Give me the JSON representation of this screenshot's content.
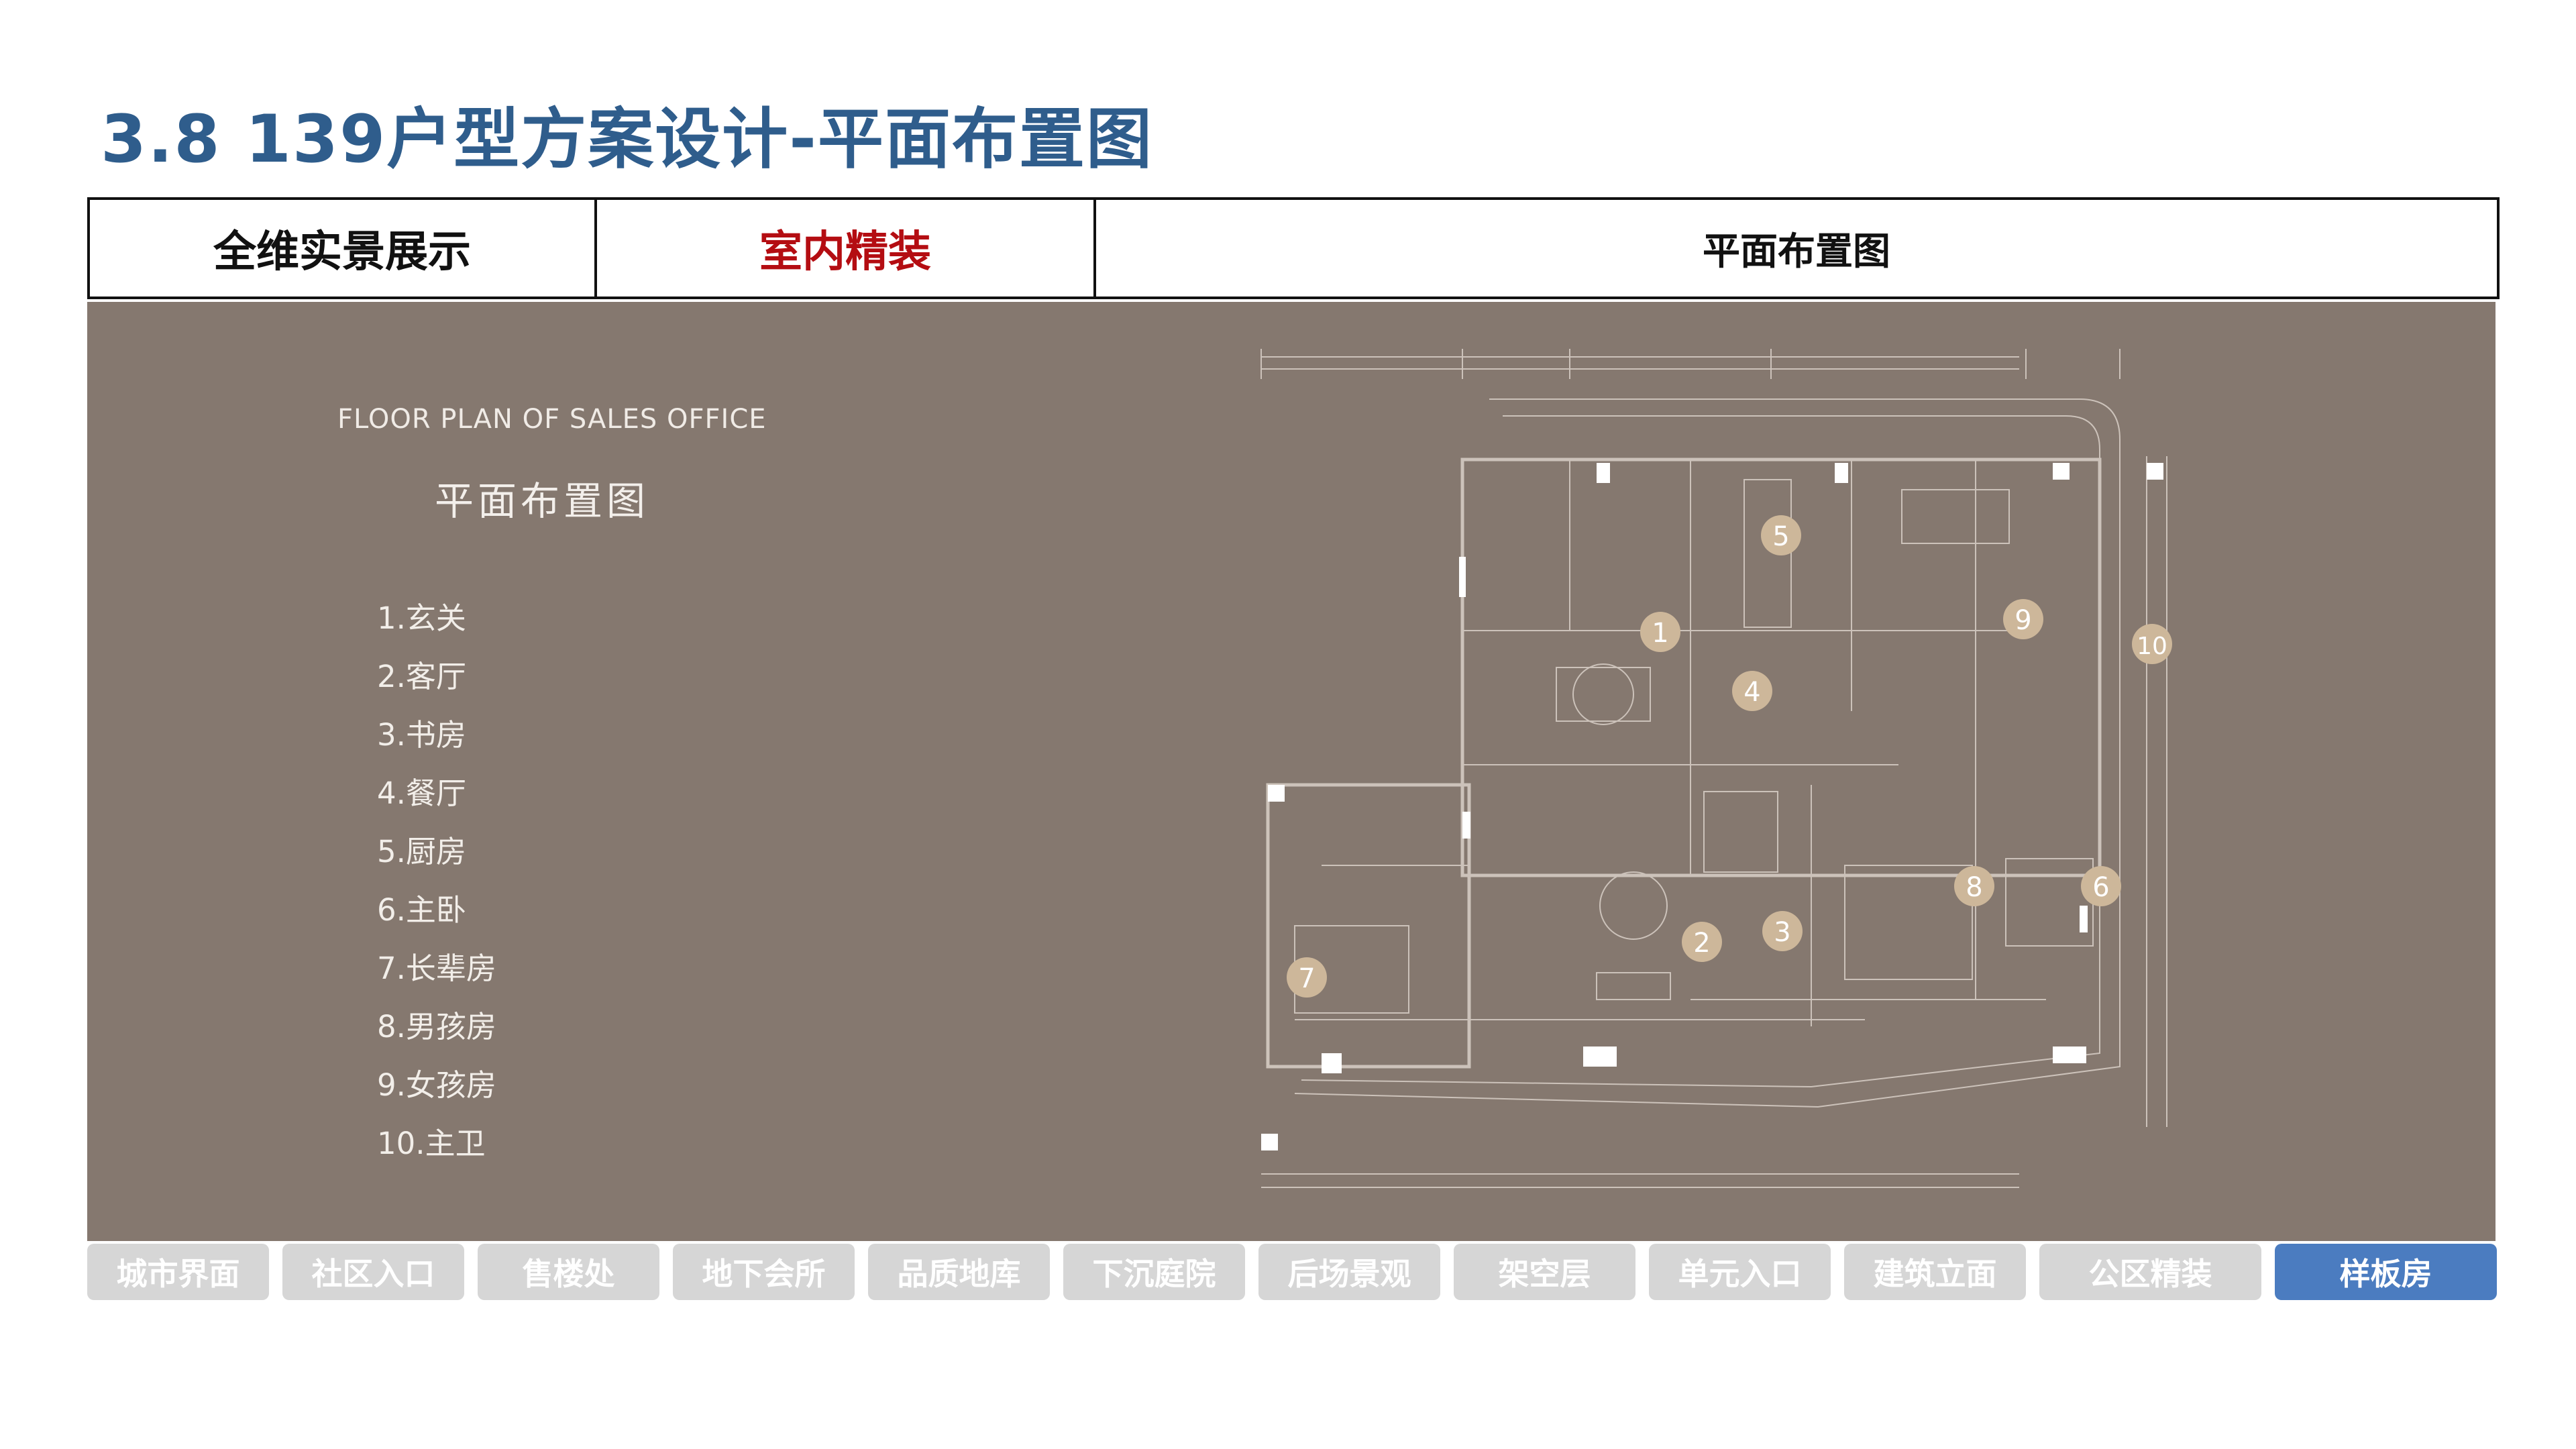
{
  "title": "3.8 139户型方案设计-平面布置图",
  "tabs": [
    {
      "label": "全维实景展示"
    },
    {
      "label": "室内精装"
    },
    {
      "label": "平面布置图"
    }
  ],
  "panel": {
    "en_title": "FLOOR PLAN OF SALES OFFICE",
    "cn_title": "平面布置图",
    "legend": [
      "1.玄关",
      "2.客厅",
      "3.书房",
      "4.餐厅",
      "5.厨房",
      "6.主卧",
      "7.长辈房",
      "8.男孩房",
      "9.女孩房",
      "10.主卫"
    ]
  },
  "plan": {
    "markers": [
      "1",
      "2",
      "3",
      "4",
      "5",
      "6",
      "7",
      "8",
      "9",
      "10"
    ]
  },
  "nav": {
    "items": [
      "城市界面",
      "社区入口",
      "售楼处",
      "地下会所",
      "品质地库",
      "下沉庭院",
      "后场景观",
      "架空层",
      "单元入口",
      "建筑立面",
      "公区精装",
      "样板房"
    ],
    "active": "样板房"
  },
  "colors": {
    "title": "#2f5d8c",
    "accent_tab": "#b40d12",
    "panel_bg": "#85786f",
    "marker": "#cdb79a",
    "nav_inactive": "#d6d6d6",
    "nav_active": "#4b7cc0"
  }
}
